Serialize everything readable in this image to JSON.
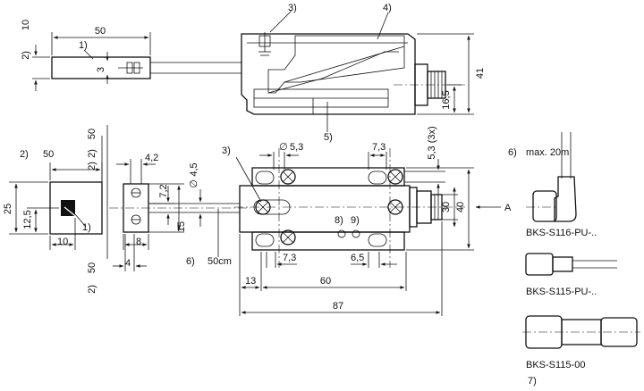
{
  "refs": {
    "r1a": "1)",
    "r1b": "1)",
    "r2a": "2)",
    "r2b": "2)",
    "r2c": "2)",
    "r2d": "2)",
    "r2e": "2)",
    "r3a": "3)",
    "r3b": "3)",
    "r4": "4)",
    "r5": "5)",
    "r6a": "6)",
    "r6b": "6)",
    "r7": "7)",
    "r8": "8)",
    "r9": "9)"
  },
  "dims": {
    "d10": "10",
    "d50_top": "50",
    "d3": "3",
    "d41": "41",
    "d16_5": "16,5",
    "d50_front_top": "50",
    "d50_front_left": "50",
    "d4_2": "4,2",
    "d4_5": "4,5",
    "d7_2": "7,2",
    "d15": "15",
    "d25": "25",
    "d12_5": "12,5",
    "d10_bottom": "10",
    "d8": "8",
    "d4": "4",
    "d50_front_bottom": "50",
    "d5_3": "5,3",
    "d7_3_top": "7,3",
    "d5_3x": "5,3 (3x)",
    "d30": "30",
    "d40": "40",
    "d13": "13",
    "d60": "60",
    "d7_3_bottom": "7,3",
    "d6_5": "6,5",
    "d87": "87"
  },
  "labels": {
    "cable_len": "50cm",
    "max_len": "max. 20m",
    "view_a": "A",
    "conn1": "BKS-S116-PU-..",
    "conn2": "BKS-S115-PU-..",
    "conn3": "BKS-S115-00"
  },
  "symbols": {
    "diameter": "∅"
  }
}
